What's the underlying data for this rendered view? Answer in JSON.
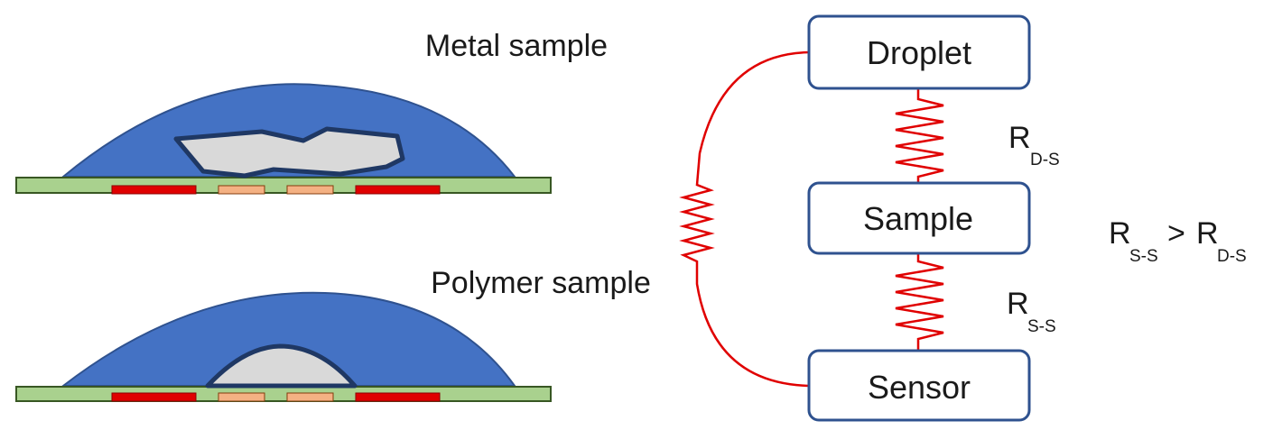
{
  "left": {
    "metal_label": "Metal sample",
    "polymer_label": "Polymer sample"
  },
  "circuit": {
    "nodes": {
      "droplet": "Droplet",
      "sample": "Sample",
      "sensor": "Sensor"
    },
    "resistors": {
      "r_ds": {
        "main": "R",
        "sub": "D-S"
      },
      "r_ss": {
        "main": "R",
        "sub": "S-S"
      }
    },
    "relation": {
      "left_main": "R",
      "left_sub": "S-S",
      "operator": ">",
      "right_main": "R",
      "right_sub": "D-S"
    }
  },
  "colors": {
    "droplet_fill": "#4472C4",
    "droplet_stroke": "#2F528F",
    "substrate_fill": "#A9D18E",
    "substrate_stroke": "#385723",
    "electrode_red": "#E00000",
    "electrode_orange": "#F4B183",
    "sample_fill": "#D9D9D9",
    "sample_stroke": "#1F3864",
    "box_stroke": "#2F528F",
    "wire_red": "#E00000"
  }
}
